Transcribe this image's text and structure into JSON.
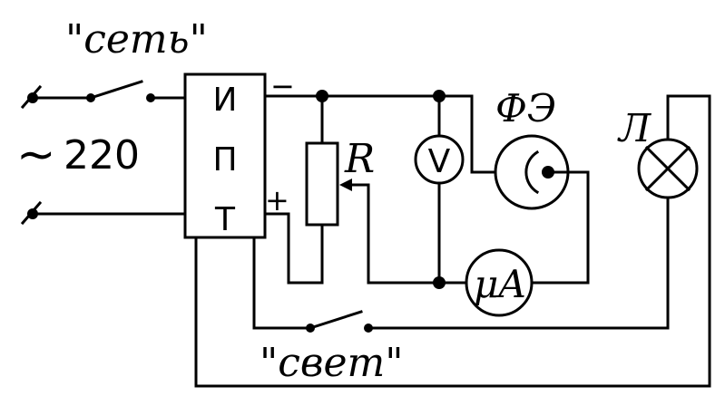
{
  "labels": {
    "switch_net": "\"сеть\"",
    "switch_light": "\"свет\"",
    "voltage": "220",
    "tilde": "~",
    "psu_letter_1": "И",
    "psu_letter_2": "П",
    "psu_letter_3": "Т",
    "minus": "−",
    "plus": "+",
    "resistor": "R",
    "photocell": "ФЭ",
    "lamp": "Л",
    "voltmeter": "V",
    "microammeter": "μA"
  }
}
